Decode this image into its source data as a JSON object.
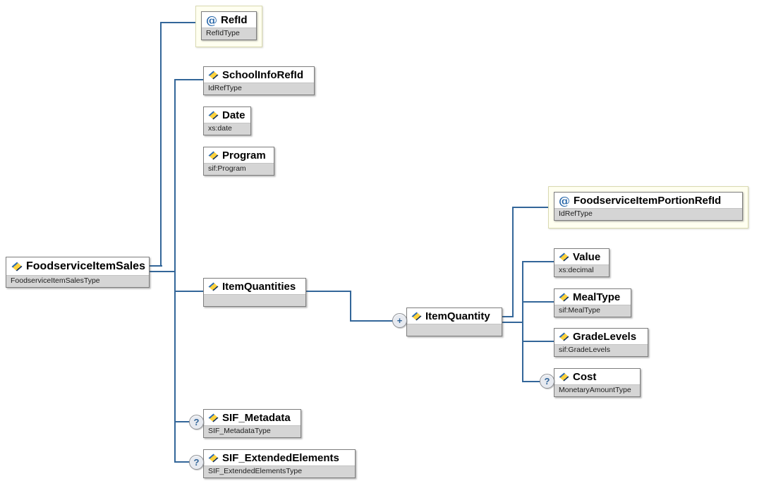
{
  "diagram_title": "FoodserviceItemSales schema diagram",
  "icons": {
    "attribute_glyph": "@",
    "element_icon_colors": {
      "top": "#2e6db4",
      "middle": "#fdd23e",
      "bottom": "#14325e"
    }
  },
  "colors": {
    "connector": "#336699",
    "box_border": "#7e7e7e",
    "type_band_bg": "#d5d5d5",
    "attribute_container_bg": "#fffff0",
    "attribute_container_border": "#d9d9b0",
    "badge_text": "#336699"
  },
  "nodes": {
    "foodservice_item_sales": {
      "name": "FoodserviceItemSales",
      "type": "FoodserviceItemSalesType",
      "icon": "element-icon"
    },
    "ref_id": {
      "name": "RefId",
      "type": "RefIdType",
      "icon": "attribute-icon"
    },
    "school_info_ref_id": {
      "name": "SchoolInfoRefId",
      "type": "IdRefType",
      "icon": "element-icon"
    },
    "date": {
      "name": "Date",
      "type": "xs:date",
      "icon": "element-icon"
    },
    "program": {
      "name": "Program",
      "type": "sif:Program",
      "icon": "element-icon"
    },
    "item_quantities": {
      "name": "ItemQuantities",
      "type": "",
      "icon": "element-icon"
    },
    "item_quantity": {
      "name": "ItemQuantity",
      "type": "",
      "icon": "element-icon",
      "badge": "+"
    },
    "foodservice_item_portion_ref_id": {
      "name": "FoodserviceItemPortionRefId",
      "type": "IdRefType",
      "icon": "attribute-icon"
    },
    "value": {
      "name": "Value",
      "type": "xs:decimal",
      "icon": "element-icon"
    },
    "meal_type": {
      "name": "MealType",
      "type": "sif:MealType",
      "icon": "element-icon"
    },
    "grade_levels": {
      "name": "GradeLevels",
      "type": "sif:GradeLevels",
      "icon": "element-icon"
    },
    "cost": {
      "name": "Cost",
      "type": "MonetaryAmountType",
      "icon": "element-icon",
      "badge": "?"
    },
    "sif_metadata": {
      "name": "SIF_Metadata",
      "type": "SIF_MetadataType",
      "icon": "element-icon",
      "badge": "?"
    },
    "sif_extended_elements": {
      "name": "SIF_ExtendedElements",
      "type": "SIF_ExtendedElementsType",
      "icon": "element-icon",
      "badge": "?"
    }
  }
}
